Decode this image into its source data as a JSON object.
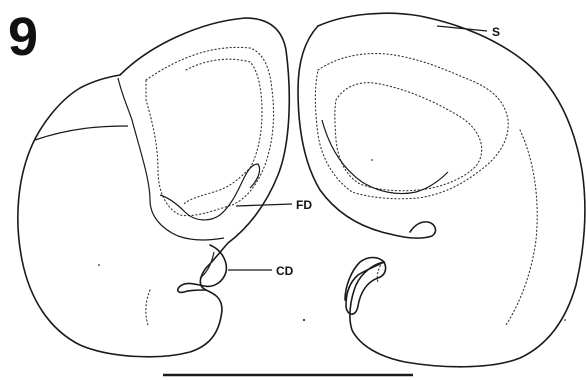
{
  "figure": {
    "number": "9",
    "labels": {
      "s": "S",
      "fd": "FD",
      "cd": "CD"
    },
    "colors": {
      "ink": "#1a1a1a",
      "background": "#ffffff"
    }
  }
}
